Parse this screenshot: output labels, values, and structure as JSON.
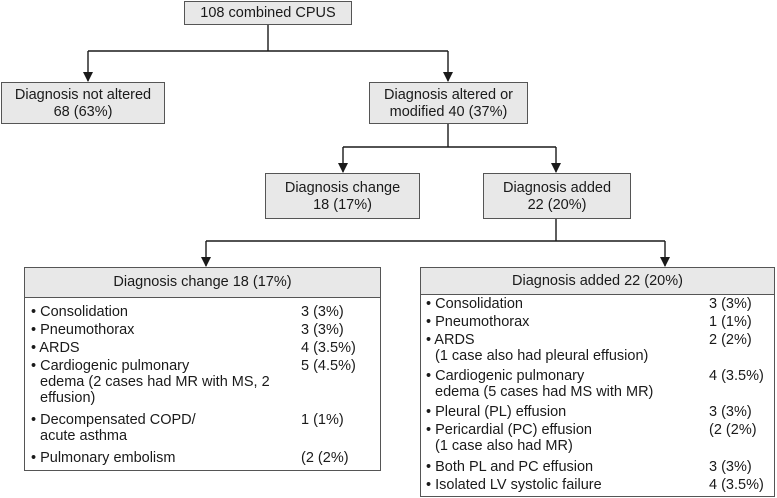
{
  "nodes": {
    "root": {
      "line1": "108 combined CPUS"
    },
    "not_altered": {
      "line1": "Diagnosis not altered",
      "line2": "68 (63%)"
    },
    "altered": {
      "line1": "Diagnosis altered or",
      "line2": "modified 40 (37%)"
    },
    "change": {
      "line1": "Diagnosis change",
      "line2": "18 (17%)"
    },
    "added": {
      "line1": "Diagnosis added",
      "line2": "22 (20%)"
    }
  },
  "change_panel": {
    "title": "Diagnosis change 18 (17%)",
    "items": [
      {
        "lines": [
          "• Consolidation"
        ],
        "value": "3 (3%)"
      },
      {
        "lines": [
          "• Pneumothorax"
        ],
        "value": "3 (3%)"
      },
      {
        "lines": [
          "• ARDS"
        ],
        "value": "4 (3.5%)"
      },
      {
        "lines": [
          "• Cardiogenic pulmonary",
          "edema (2 cases had MR with MS, 2",
          "effusion)"
        ],
        "value": "5 (4.5%)"
      },
      {
        "lines": [
          "• Decompensated COPD/",
          "acute asthma"
        ],
        "value": "1 (1%)"
      },
      {
        "lines": [
          "• Pulmonary embolism"
        ],
        "value": "(2 (2%)"
      }
    ]
  },
  "added_panel": {
    "title": "Diagnosis added 22 (20%)",
    "items": [
      {
        "lines": [
          "• Consolidation"
        ],
        "value": "3 (3%)"
      },
      {
        "lines": [
          "• Pneumothorax"
        ],
        "value": "1 (1%)"
      },
      {
        "lines": [
          "• ARDS",
          "(1 case also had pleural effusion)"
        ],
        "value": "2 (2%)"
      },
      {
        "lines": [
          "• Cardiogenic pulmonary",
          "edema (5 cases had MS with MR)"
        ],
        "value": "4 (3.5%)"
      },
      {
        "lines": [
          "• Pleural (PL) effusion"
        ],
        "value": "3 (3%)"
      },
      {
        "lines": [
          "• Pericardial (PC) effusion",
          "(1 case also had MR)"
        ],
        "value": "(2 (2%)"
      },
      {
        "lines": [
          "• Both PL and PC effusion"
        ],
        "value": "3 (3%)"
      },
      {
        "lines": [
          "• Isolated LV systolic failure"
        ],
        "value": "4 (3.5%)"
      }
    ]
  }
}
